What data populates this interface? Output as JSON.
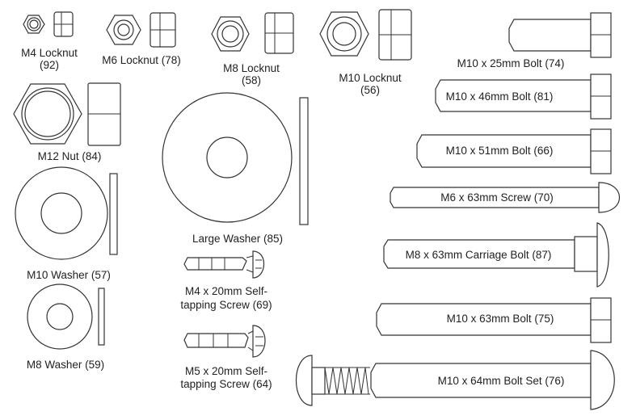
{
  "parts": {
    "m4_locknut": {
      "name": "M4 Locknut",
      "key": "(92)"
    },
    "m6_locknut": {
      "name": "M6 Locknut (78)"
    },
    "m8_locknut": {
      "name": "M8 Locknut",
      "key": "(58)"
    },
    "m10_locknut": {
      "name": "M10 Locknut",
      "key": "(56)"
    },
    "m12_nut": {
      "name": "M12 Nut (84)"
    },
    "large_washer": {
      "name": "Large Washer (85)"
    },
    "m10_washer": {
      "name": "M10 Washer (57)"
    },
    "m8_washer": {
      "name": "M8 Washer (59)"
    },
    "m4_screw": {
      "line1": "M4 x 20mm Self-",
      "line2": "tapping Screw (69)"
    },
    "m5_screw": {
      "line1": "M5 x 20mm Self-",
      "line2": "tapping Screw (64)"
    },
    "m10_25_bolt": {
      "name": "M10 x 25mm Bolt (74)"
    },
    "m10_46_bolt": {
      "name": "M10 x 46mm Bolt (81)"
    },
    "m10_51_bolt": {
      "name": "M10 x 51mm Bolt (66)"
    },
    "m6_63_screw": {
      "name": "M6 x 63mm Screw (70)"
    },
    "m8_carriage_bolt": {
      "name": "M8 x 63mm Carriage Bolt (87)"
    },
    "m10_63_bolt": {
      "name": "M10 x 63mm Bolt (75)"
    },
    "m10_64_bolt_set": {
      "name": "M10 x 64mm Bolt Set (76)"
    }
  }
}
